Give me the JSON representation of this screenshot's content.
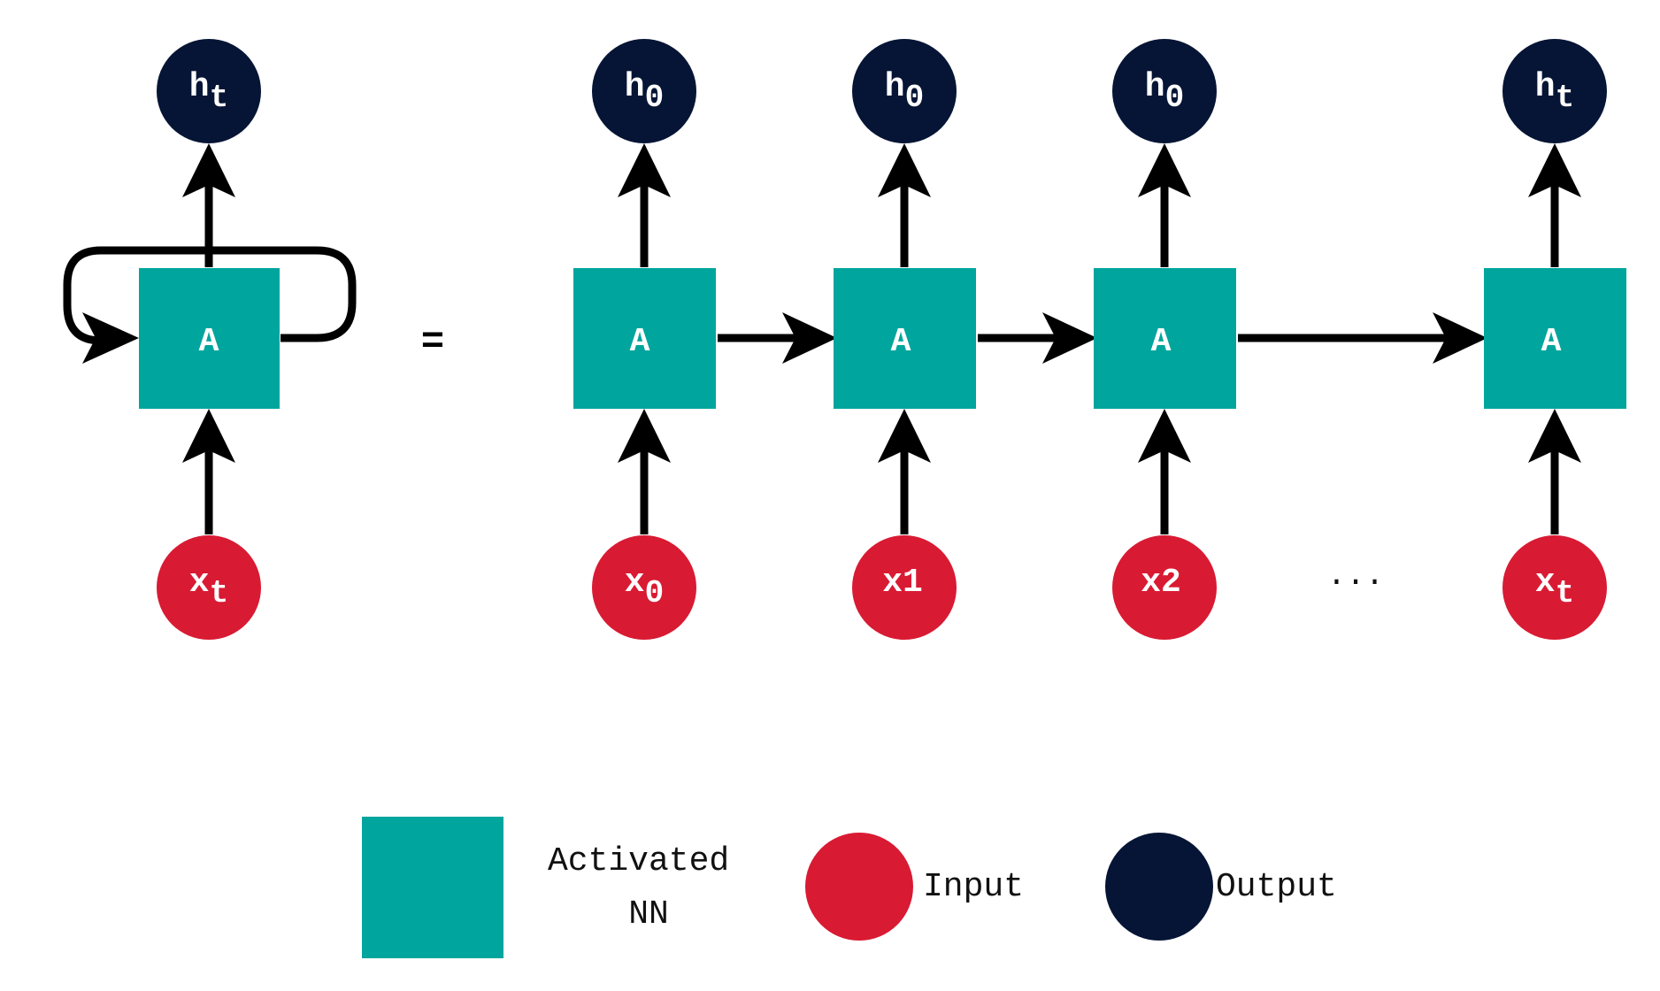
{
  "colors": {
    "activated": "#00A59D",
    "input": "#D91A33",
    "output": "#061535",
    "connector": "#000000"
  },
  "folded": {
    "output": {
      "main": "h",
      "sub": "t"
    },
    "cell": "A",
    "input": {
      "main": "x",
      "sub": "t"
    }
  },
  "equals": "=",
  "unrolled": [
    {
      "output": {
        "main": "h",
        "sub": "0"
      },
      "cell": "A",
      "input": {
        "main": "x",
        "sub": "0"
      }
    },
    {
      "output": {
        "main": "h",
        "sub": "0"
      },
      "cell": "A",
      "input": {
        "main": "x1",
        "sub": ""
      }
    },
    {
      "output": {
        "main": "h",
        "sub": "0"
      },
      "cell": "A",
      "input": {
        "main": "x2",
        "sub": ""
      }
    },
    {
      "output": {
        "main": "h",
        "sub": "t"
      },
      "cell": "A",
      "input": {
        "main": "x",
        "sub": "t"
      }
    }
  ],
  "ellipsis": "...",
  "legend": {
    "activated_line1": "Activated",
    "activated_line2": "NN",
    "input": "Input",
    "output": "Output"
  }
}
